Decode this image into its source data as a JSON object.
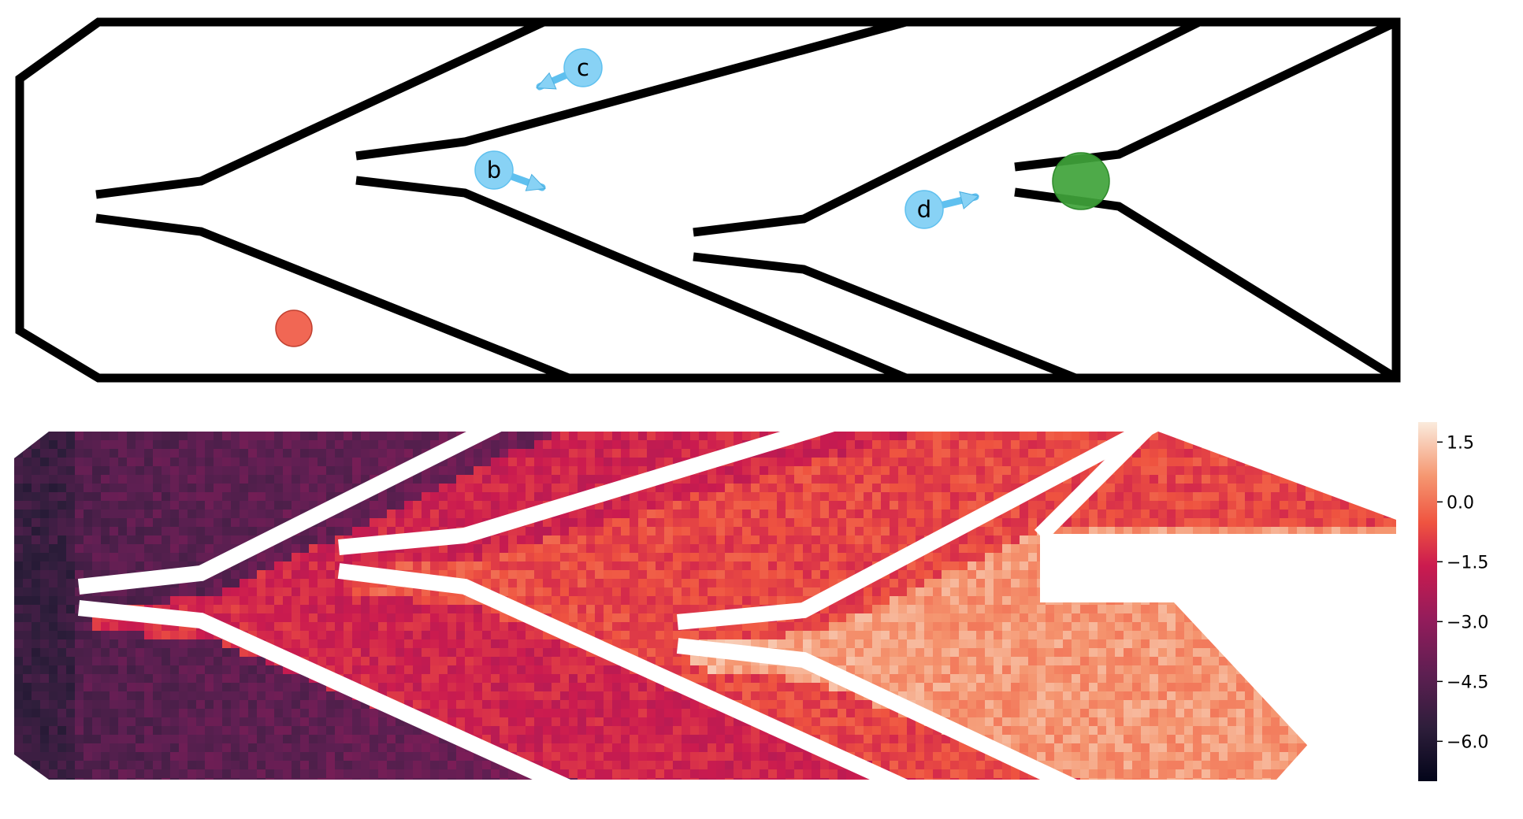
{
  "maze": {
    "agents": [
      {
        "label": "c",
        "heading": "down-left"
      },
      {
        "label": "b",
        "heading": "down-right"
      },
      {
        "label": "d",
        "heading": "right"
      }
    ],
    "markers": [
      {
        "name": "red-dot",
        "color": "#f05a45"
      },
      {
        "name": "green-goal",
        "color": "#3fa33a"
      }
    ],
    "agent_color": "#88d2f5"
  },
  "heatmap": {
    "colorbar": {
      "ticks": [
        "1.5",
        "0.0",
        "−1.5",
        "−3.0",
        "−4.5",
        "−6.0"
      ],
      "tick_values": [
        1.5,
        0.0,
        -1.5,
        -3.0,
        -4.5,
        -6.0
      ],
      "range": [
        -7.0,
        2.0
      ],
      "colormap": "rocket"
    }
  }
}
